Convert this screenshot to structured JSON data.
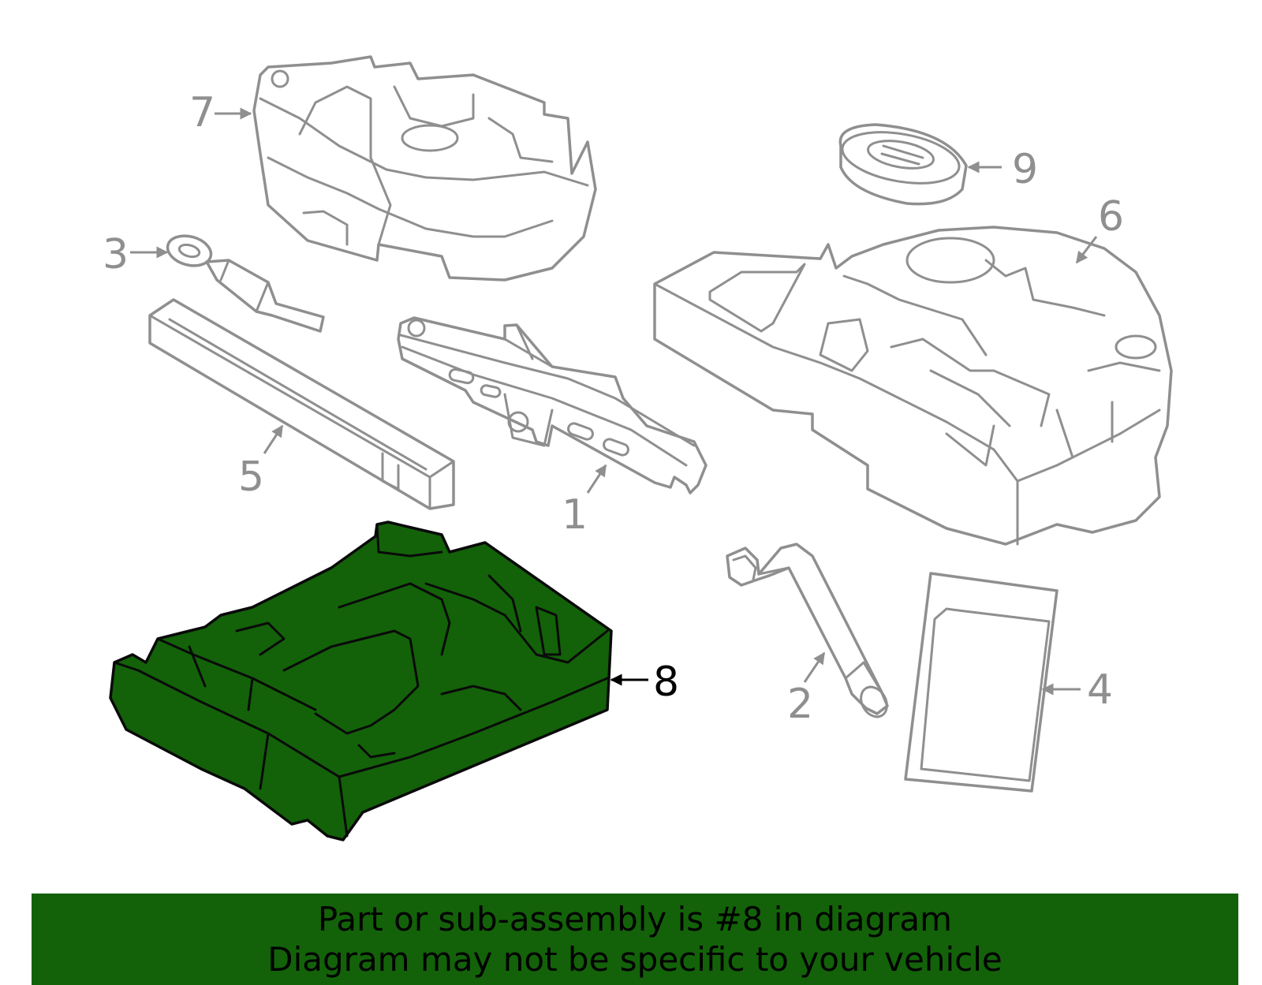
{
  "colors": {
    "highlight": "#136209",
    "part_stroke": "#8f8f8f",
    "callout_gray": "#8f8f8f",
    "callout_selected": "#000000",
    "banner_bg": "#136209"
  },
  "callouts": {
    "c1": "1",
    "c2": "2",
    "c3": "3",
    "c4": "4",
    "c5": "5",
    "c6": "6",
    "c7": "7",
    "c8": "8",
    "c9": "9"
  },
  "selected_callout": "8",
  "banner": {
    "line1": "Part or sub-assembly is #8 in diagram",
    "line2": "Diagram may not be specific to your vehicle"
  }
}
